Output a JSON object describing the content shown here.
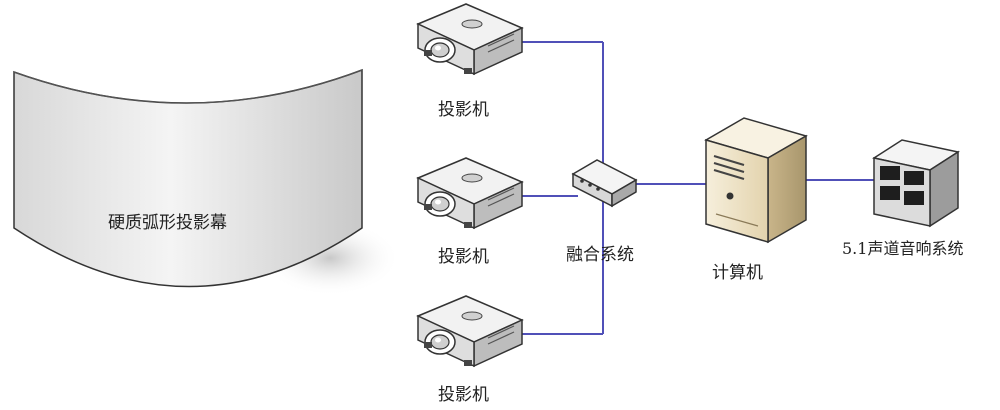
{
  "screen": {
    "label": "硬质弧形投影幕"
  },
  "projectors": [
    {
      "label": "投影机"
    },
    {
      "label": "投影机"
    },
    {
      "label": "投影机"
    }
  ],
  "blender": {
    "label": "融合系统"
  },
  "computer": {
    "label": "计算机"
  },
  "audio": {
    "label": "5.1声道音响系统"
  },
  "colors": {
    "connector": "#5050b8",
    "screen_fill": "#e7e7e7",
    "computer_body": "#efe3c6",
    "speaker_body": "#dcdcdc"
  }
}
